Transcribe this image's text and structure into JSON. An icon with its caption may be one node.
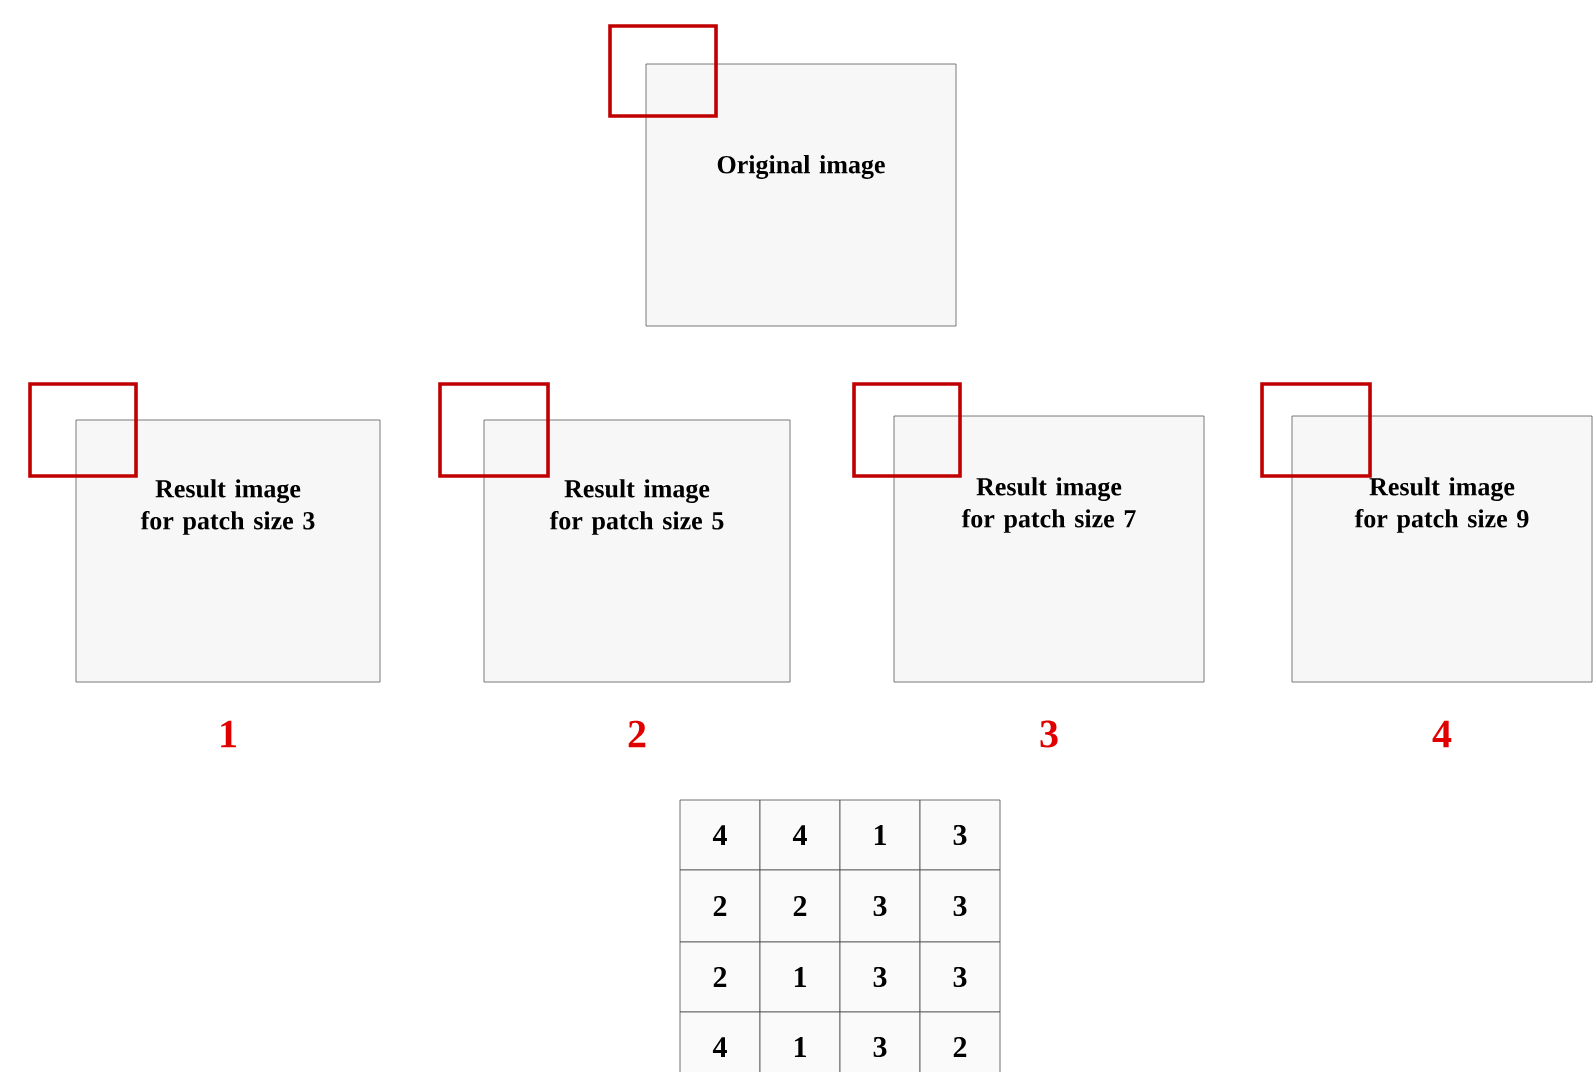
{
  "diagram": {
    "nodes": [
      {
        "text": [
          "Original image"
        ]
      },
      {
        "text": [
          "Result image for patch size 3"
        ],
        "beside": [
          "1"
        ]
      },
      {
        "text": [
          "Result image for patch size 5"
        ],
        "beside": [
          "2"
        ]
      },
      {
        "text": [
          "Result image for patch size 7"
        ],
        "beside": [
          "3"
        ]
      },
      {
        "text": [
          "Result image for patch size 9"
        ],
        "beside": [
          "4"
        ]
      }
    ],
    "labels": [
      "4",
      "4",
      "1",
      "3",
      "2",
      "2",
      "3",
      "3",
      "2",
      "1",
      "3",
      "3",
      "4",
      "1",
      "3",
      "2"
    ]
  }
}
